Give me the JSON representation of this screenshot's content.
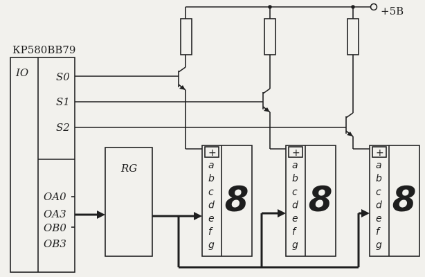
{
  "chip": {
    "title": "КР580ВВ79",
    "io_label": "IO",
    "scan_outputs": [
      "S0",
      "S1",
      "S2"
    ],
    "data_outputs": [
      "OA0",
      "OA3",
      "OB0",
      "OB3"
    ]
  },
  "register": {
    "label": "RG"
  },
  "power": {
    "label": "+5В"
  },
  "display": {
    "count": 3,
    "common_pin": "+",
    "segment_pins": [
      "a",
      "b",
      "c",
      "d",
      "e",
      "f",
      "g"
    ],
    "digit_glyph": "8"
  }
}
